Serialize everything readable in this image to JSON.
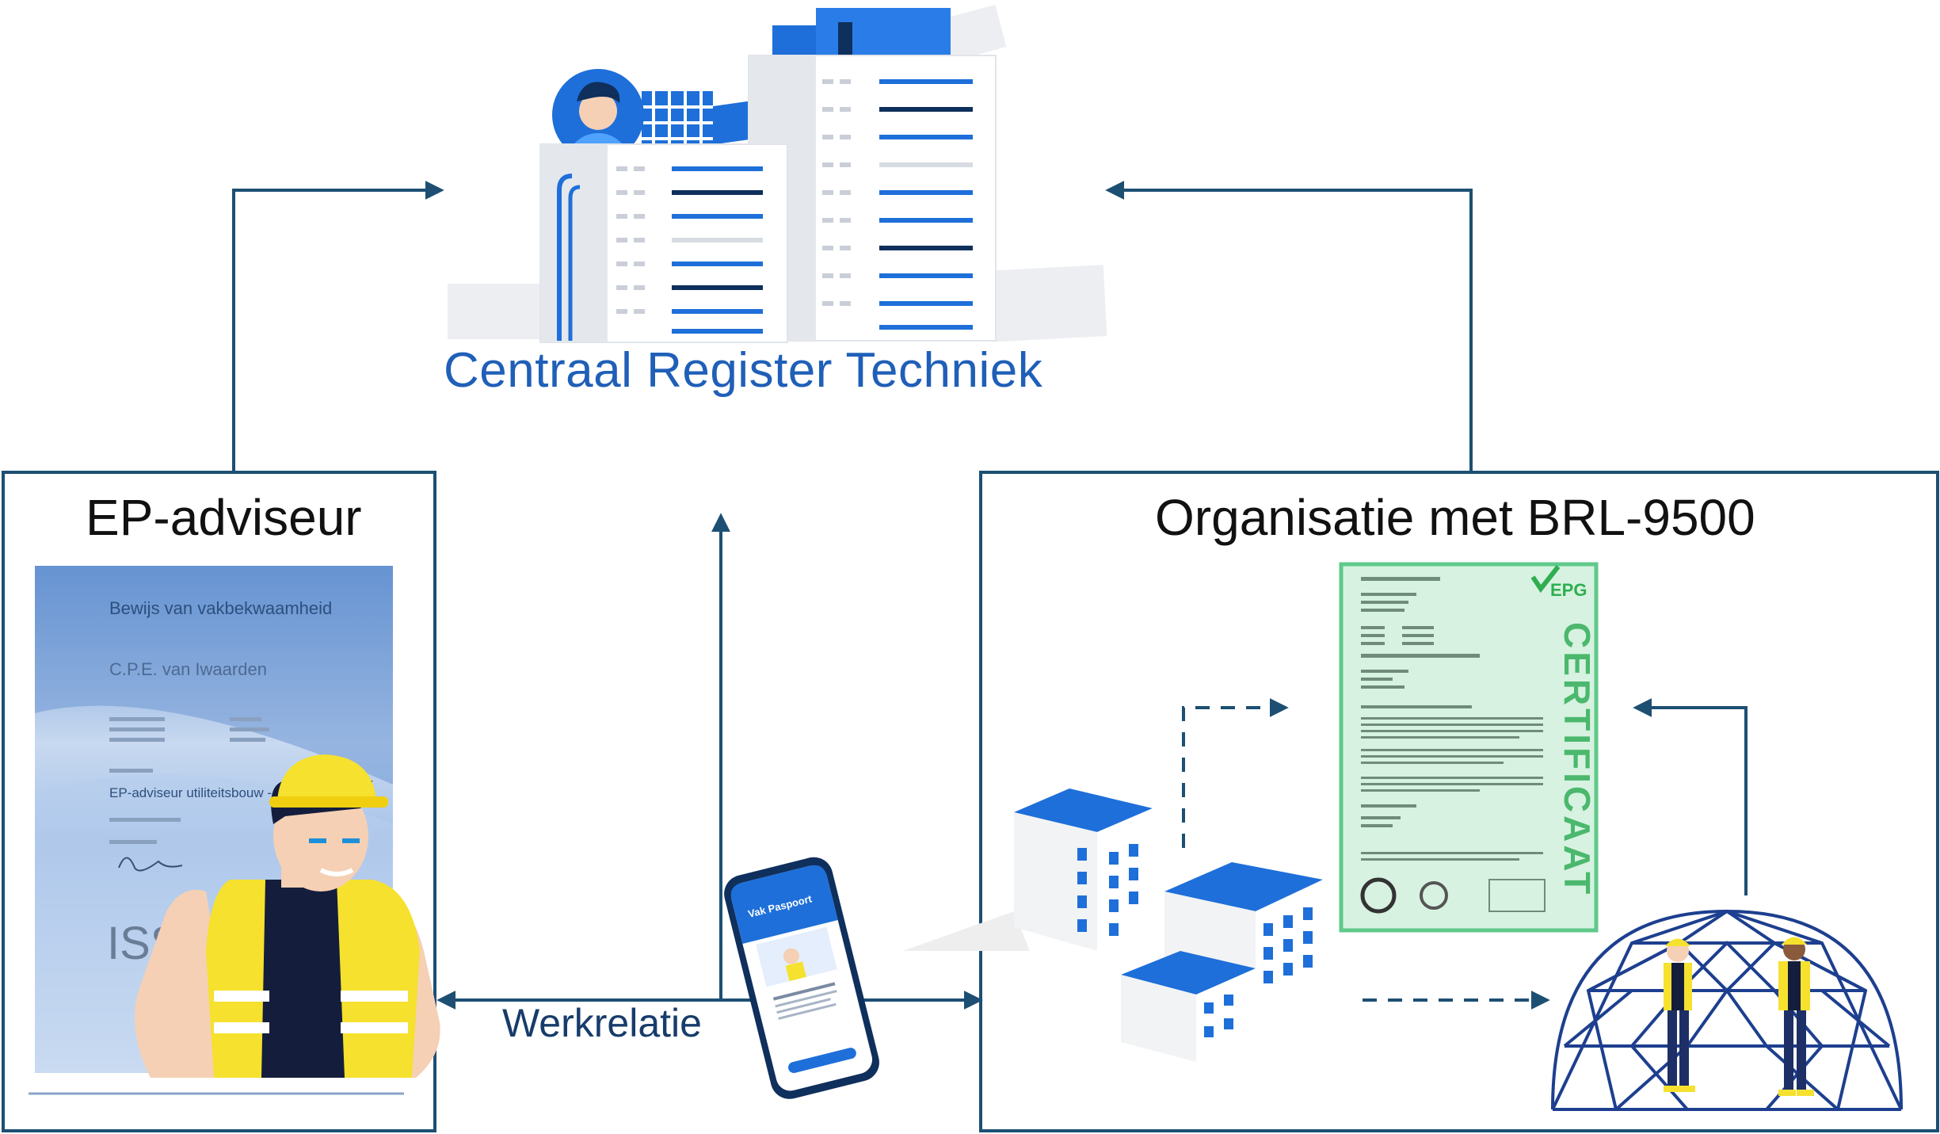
{
  "colors": {
    "arrow": "#1d4f73",
    "brand_blue": "#1f5fb8",
    "box_border": "#1d4f73",
    "cert_green": "#d7f2e1",
    "cert_border": "#5fc98a",
    "worker_yellow": "#f5e12e"
  },
  "register": {
    "title": "Centraal Register Techniek"
  },
  "ep_adviseur": {
    "title": "EP-adviseur",
    "certificate": {
      "heading": "Bewijs van vakbekwaamheid",
      "name": "C.P.E. van Iwaarden",
      "qualification": "EP-adviseur utiliteitsbouw - basis",
      "issuer_logo": "ISSO"
    }
  },
  "organisatie": {
    "title": "Organisatie met BRL-9500",
    "certificate": {
      "vertical_text": "CERTIFICAAT",
      "logo": "EPG"
    }
  },
  "werkrelatie": {
    "label": "Werkrelatie"
  },
  "phone": {
    "app_name": "Vak Paspoort"
  },
  "icons": [
    "register-buildings-icon",
    "person-avatar-icon",
    "worker-icon",
    "phone-icon",
    "buildings-icon",
    "dome-icon",
    "workers-icon"
  ]
}
